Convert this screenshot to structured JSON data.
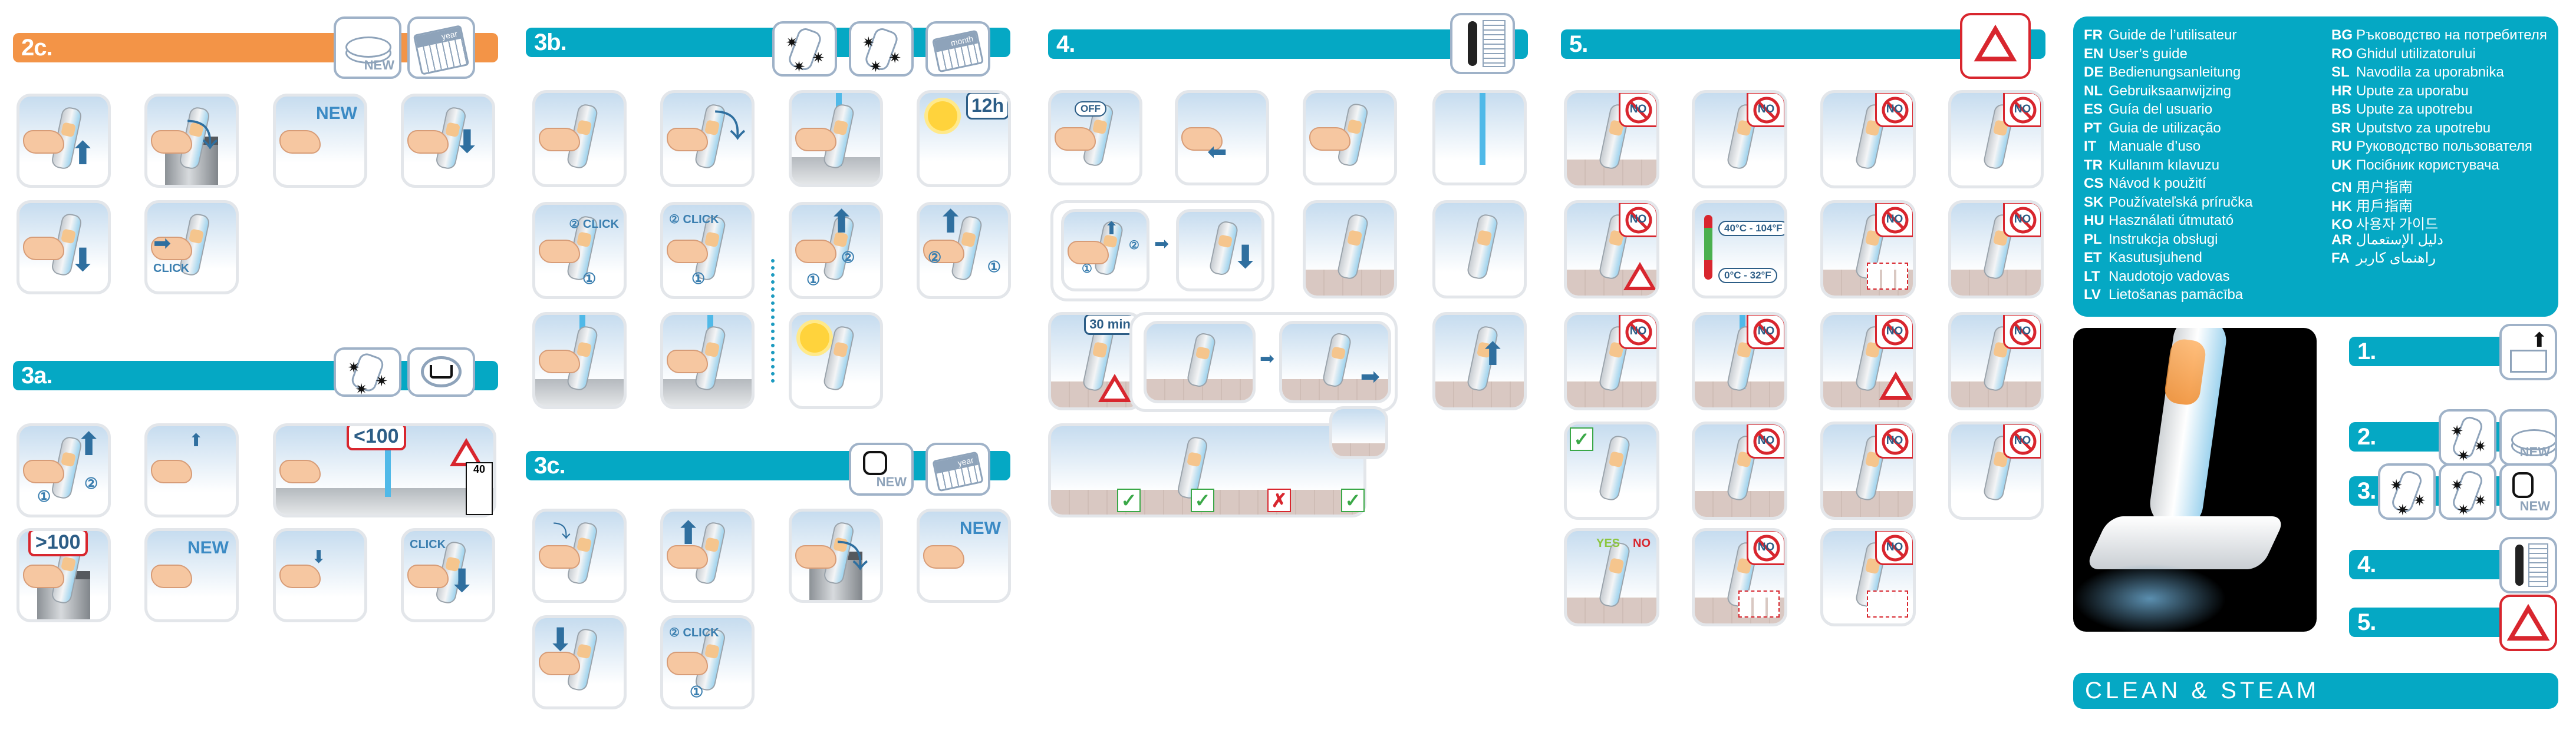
{
  "sections": {
    "s2c": "2c.",
    "s3a": "3a.",
    "s3b": "3b.",
    "s3c": "3c.",
    "s4": "4.",
    "s5": "5."
  },
  "header_icons": {
    "new": "NEW",
    "year": "year",
    "month": "month"
  },
  "tile_text": {
    "new": "NEW",
    "click": "CLICK",
    "click2": "② CLICK",
    "step1": "①",
    "step2": "②",
    "hours": "12h",
    "off": "OFF",
    "lt100": "<100",
    "gt100": ">100",
    "wash_temp": "40",
    "wait": "30 min.",
    "temp_max": "40°C - 104°F",
    "temp_min": "0°C - 32°F",
    "no": "NO",
    "yes": "YES"
  },
  "languages": [
    {
      "code": "FR",
      "label": "Guide de l’utilisateur"
    },
    {
      "code": "EN",
      "label": "User’s guide"
    },
    {
      "code": "DE",
      "label": "Bedienungsanleitung"
    },
    {
      "code": "NL",
      "label": "Gebruiksaanwijzing"
    },
    {
      "code": "ES",
      "label": "Guía del usuario"
    },
    {
      "code": "PT",
      "label": "Guia de utilização"
    },
    {
      "code": "IT",
      "label": "Manuale d’uso"
    },
    {
      "code": "TR",
      "label": "Kullanım kılavuzu"
    },
    {
      "code": "CS",
      "label": "Návod k použití"
    },
    {
      "code": "SK",
      "label": "Používateľská príručka"
    },
    {
      "code": "HU",
      "label": "Használati útmutató"
    },
    {
      "code": "PL",
      "label": "Instrukcja obsługi"
    },
    {
      "code": "ET",
      "label": "Kasutusjuhend"
    },
    {
      "code": "LT",
      "label": "Naudotojo vadovas"
    },
    {
      "code": "LV",
      "label": "Lietošanas pamācība"
    },
    {
      "code": "BG",
      "label": "Ръководство на потребителя"
    },
    {
      "code": "RO",
      "label": "Ghidul utilizatorului"
    },
    {
      "code": "SL",
      "label": "Navodila za uporabnika"
    },
    {
      "code": "HR",
      "label": "Upute za uporabu"
    },
    {
      "code": "BS",
      "label": "Upute za upotrebu"
    },
    {
      "code": "SR",
      "label": "Uputstvo za upotrebu"
    },
    {
      "code": "RU",
      "label": "Руководство пользователя"
    },
    {
      "code": "UK",
      "label": "Посібник користувача"
    },
    {
      "code": "CN",
      "label": "用户指南"
    },
    {
      "code": "HK",
      "label": "用戶指南"
    },
    {
      "code": "KO",
      "label": "사용자 가이드"
    },
    {
      "code": "AR",
      "label": "دليل الإستعمال"
    },
    {
      "code": "FA",
      "label": "راهنمای کاربر"
    }
  ],
  "summary": [
    "1.",
    "2.",
    "3.",
    "4.",
    "5."
  ],
  "brand": {
    "product": "CLEAN & STEAM"
  },
  "colors": {
    "teal": "#05a8c4",
    "orange": "#f39447",
    "warning_red": "#d8262e",
    "arrow_blue": "#2f6f9f"
  }
}
